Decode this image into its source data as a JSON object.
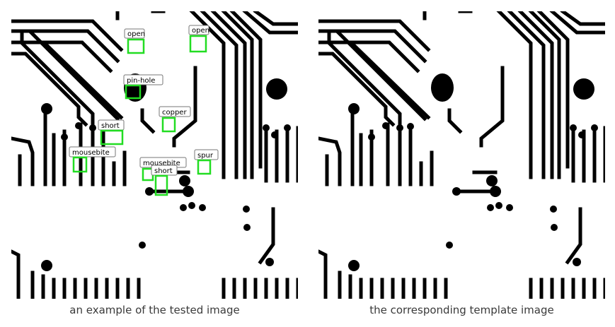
{
  "figure": {
    "left_caption": "an example of the tested image",
    "right_caption": "the corresponding template image"
  },
  "defects": [
    {
      "label": "open"
    },
    {
      "label": "open"
    },
    {
      "label": "pin-hole"
    },
    {
      "label": "copper"
    },
    {
      "label": "short"
    },
    {
      "label": "mousebite"
    },
    {
      "label": "spur"
    },
    {
      "label": "mousebite"
    },
    {
      "label": "short"
    }
  ],
  "colors": {
    "trace": "#000000",
    "background": "#ffffff",
    "defect_box": "#22dd22",
    "label_border": "#777777"
  }
}
